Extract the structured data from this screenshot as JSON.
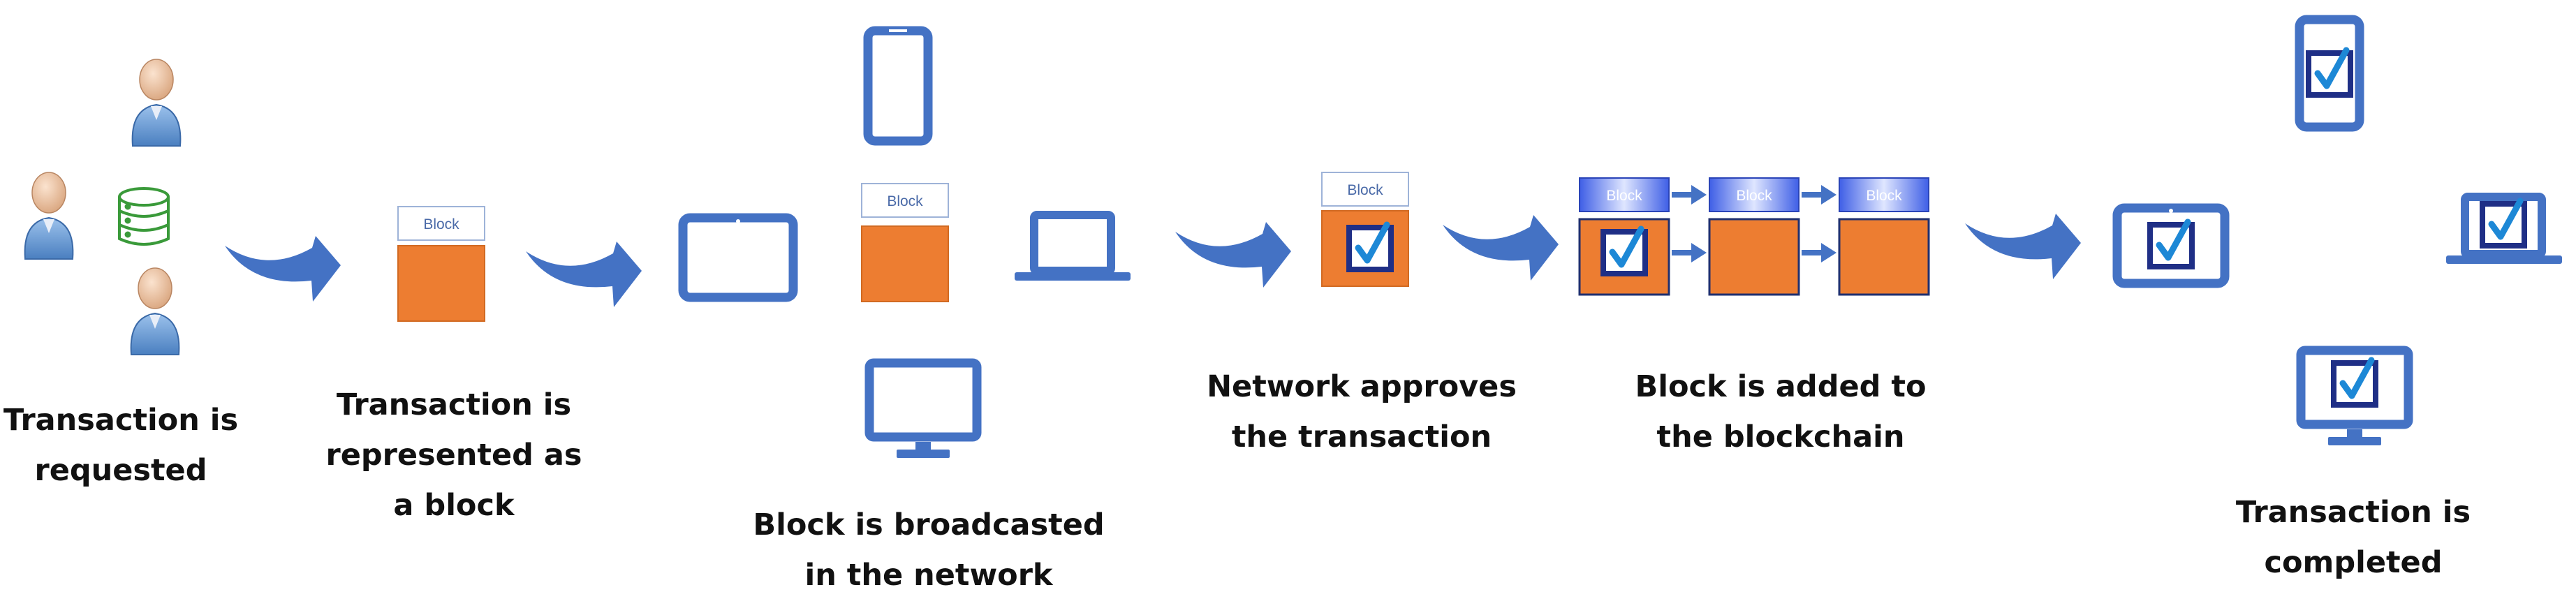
{
  "block_text": "Block",
  "steps": [
    {
      "line1": "Transaction is",
      "line2": "requested"
    },
    {
      "line1": "Transaction is",
      "line2": "represented as",
      "line3": "a block"
    },
    {
      "line1": "Block is broadcasted",
      "line2": "in the network"
    },
    {
      "line1": "Network approves",
      "line2": "the transaction"
    },
    {
      "line1": "Block is added to",
      "line2": "the blockchain"
    },
    {
      "line1": "Transaction is",
      "line2": "completed"
    }
  ],
  "colors": {
    "device_blue": "#4472c4",
    "block_orange": "#ed7d31",
    "arrow_blue": "#4472c4",
    "database_green": "#3a9a3a",
    "checkbox_navy": "#1f2f86"
  }
}
